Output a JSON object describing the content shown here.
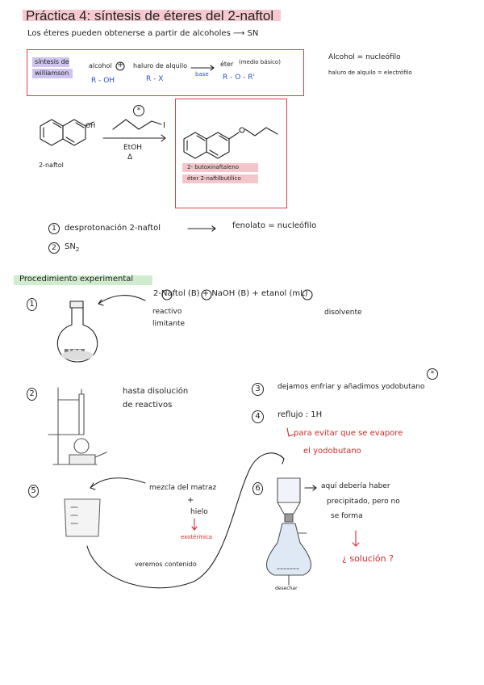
{
  "title": "Práctica 4: síntesis de éteres del 2-naftol",
  "intro": {
    "text": "Los éteres pueden obtenerse a partir de alcoholes",
    "arrow": "⟶",
    "suffix": "SN"
  },
  "williamson": {
    "label_line1": "síntesis de",
    "label_line2": "williamson",
    "alcohol": "alcohol",
    "plus": "+",
    "haluro": "haluro de alquilo",
    "eter": "éter",
    "medio": "(medio básico)",
    "base": "base",
    "r_oh": "R - OH",
    "r_x": "R - X",
    "r_o_r": "R - O - R'"
  },
  "side_notes": {
    "line1": "Alcohol = nucleófilo",
    "line2": "haluro de alquilo = electrófilo"
  },
  "reaction": {
    "star": "*",
    "oh": "OH",
    "iodo": "I",
    "conditions_line1": "EtOH",
    "conditions_line2": "Δ",
    "reactant_name": "2-naftol",
    "product_line1": "2- butoxinaftaleno",
    "product_line2": "éter 2-naftilbutílico"
  },
  "mechanism": {
    "step1_num": "1",
    "step1_text": "desprotonación 2-naftol",
    "step1_result": "fenolato = nucleófilo",
    "step2_num": "2",
    "step2_text": "SN",
    "step2_sub": "2"
  },
  "procedure": {
    "heading": "Procedimiento experimental",
    "step1_num": "1",
    "step1_text": "2-Naftol (B) + NaOH (B) + etanol (mL)",
    "step1_note1": "reactivo",
    "step1_note2": "limitante",
    "step1_note3": "disolvente",
    "flask_label": "100",
    "step2_num": "2",
    "step2_line1": "hasta disolución",
    "step2_line2": "de reactivos",
    "step3_num": "3",
    "step3_text": "dejamos enfriar y añadimos yodobutano",
    "step3_star": "*",
    "step4_num": "4",
    "step4_text": "reflujo : 1H",
    "step4_note_line1": "para evitar que se evapore",
    "step4_note_line2": "el yodobutano",
    "step5_num": "5",
    "step5_line1": "mezcla del matraz",
    "step5_plus": "+",
    "step5_line2": "hielo",
    "step5_exo": "exotérmica",
    "step5_note": "veremos contenido",
    "step6_num": "6",
    "step6_line1": "aquí debería haber",
    "step6_line2": "precipitado, pero no",
    "step6_line3": "se forma",
    "step6_solution": "¿ solución ?",
    "filtrate": "desechar"
  }
}
